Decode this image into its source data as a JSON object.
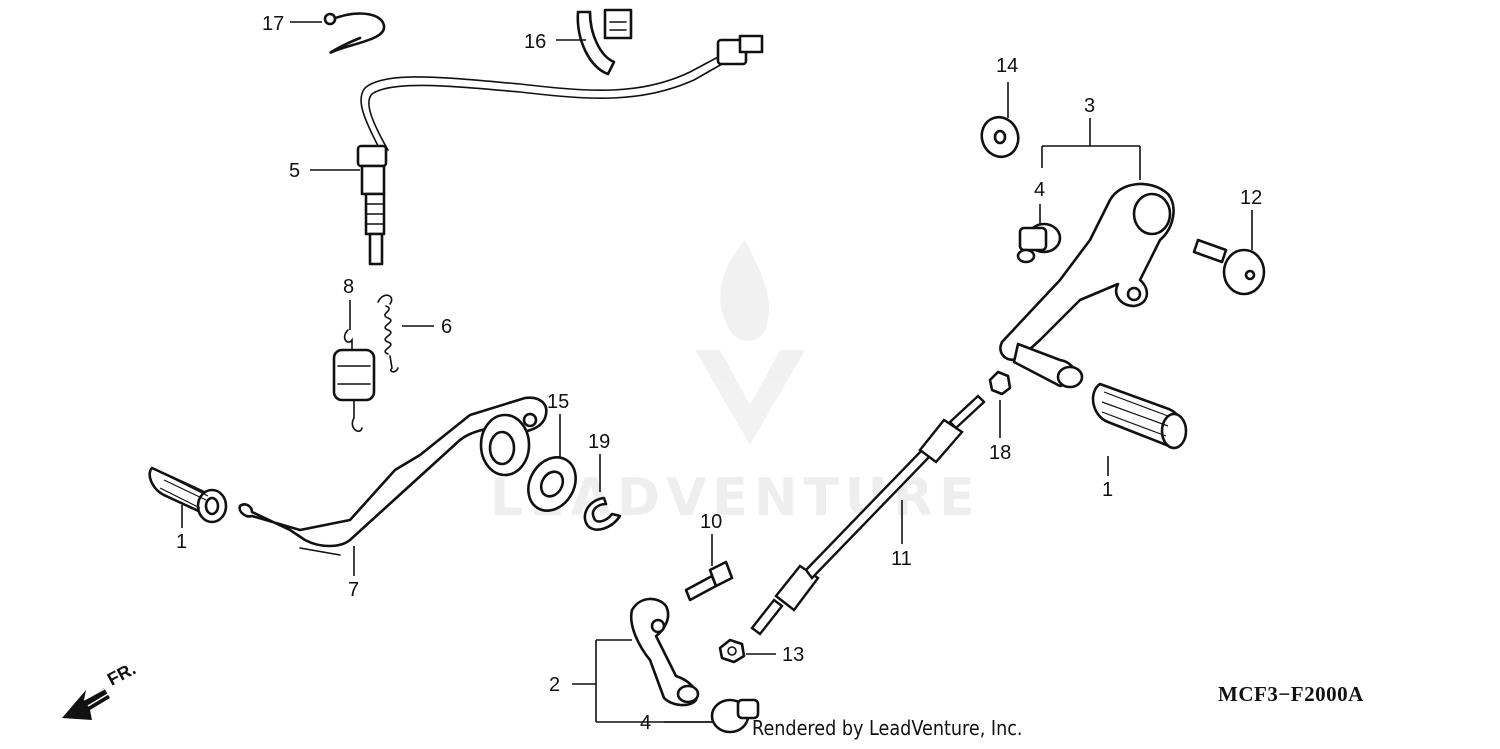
{
  "diagram": {
    "code": "MCF3−F2000A",
    "credit": "Rendered by LeadVenture, Inc.",
    "watermark": "LEADVENTURE",
    "direction_label": "FR.",
    "callouts": [
      {
        "id": "c1a",
        "label": "1"
      },
      {
        "id": "c1b",
        "label": "1"
      },
      {
        "id": "c2",
        "label": "2"
      },
      {
        "id": "c3",
        "label": "3"
      },
      {
        "id": "c4a",
        "label": "4"
      },
      {
        "id": "c4b",
        "label": "4"
      },
      {
        "id": "c5",
        "label": "5"
      },
      {
        "id": "c6",
        "label": "6"
      },
      {
        "id": "c7",
        "label": "7"
      },
      {
        "id": "c8",
        "label": "8"
      },
      {
        "id": "c10",
        "label": "10"
      },
      {
        "id": "c11",
        "label": "11"
      },
      {
        "id": "c12",
        "label": "12"
      },
      {
        "id": "c13",
        "label": "13"
      },
      {
        "id": "c14",
        "label": "14"
      },
      {
        "id": "c15",
        "label": "15"
      },
      {
        "id": "c16",
        "label": "16"
      },
      {
        "id": "c17",
        "label": "17"
      },
      {
        "id": "c18",
        "label": "18"
      },
      {
        "id": "c19",
        "label": "19"
      }
    ]
  }
}
